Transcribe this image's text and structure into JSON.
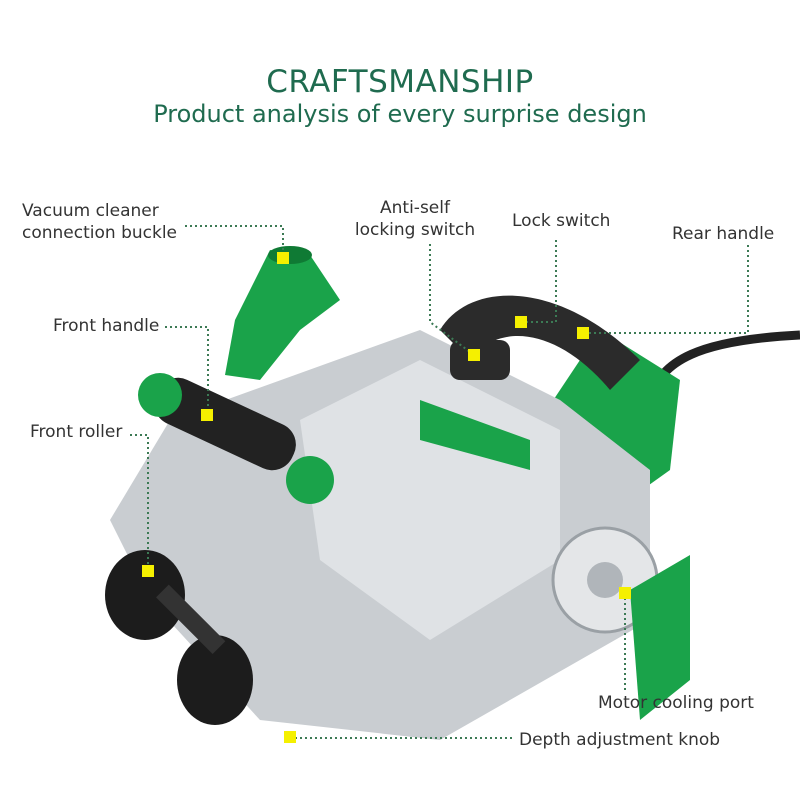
{
  "header": {
    "title": "CRAFTSMANSHIP",
    "subtitle": "Product analysis of every surprise design"
  },
  "colors": {
    "brand_green": "#1f6b4f",
    "tool_green": "#1aa34a",
    "marker_yellow": "#f5f000",
    "body_silver": "#c9cdd1"
  },
  "callouts": [
    {
      "line1": "Vacuum cleaner",
      "line2": "connection buckle"
    },
    {
      "line1": "Anti-self",
      "line2": "locking switch"
    },
    {
      "line1": "Lock switch"
    },
    {
      "line1": "Rear handle"
    },
    {
      "line1": "Front handle"
    },
    {
      "line1": "Front roller"
    },
    {
      "line1": "Motor cooling port"
    },
    {
      "line1": "Depth adjustment knob"
    }
  ]
}
